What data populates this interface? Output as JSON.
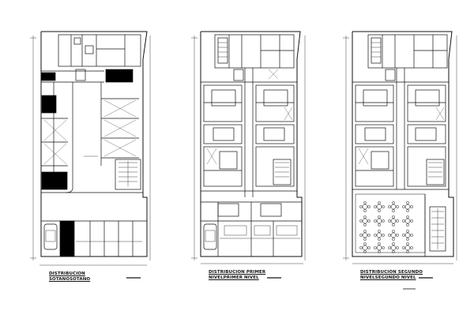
{
  "drawing": {
    "colors": {
      "line": "#111111",
      "fill": "#000000",
      "paper": "#ffffff"
    },
    "plans": [
      {
        "id": "basement",
        "caption_line1": "DISTRIBUCION",
        "caption_line2": "SOTANOSOTANO"
      },
      {
        "id": "first",
        "caption_line1": "DISTRIBUCION PRIMER",
        "caption_line2": "NIVELPRIMER NIVEL"
      },
      {
        "id": "second",
        "caption_line1": "DISTRIBUCION SEGUNDO",
        "caption_line2": "NIVELSEGUNDO NIVEL"
      }
    ]
  }
}
